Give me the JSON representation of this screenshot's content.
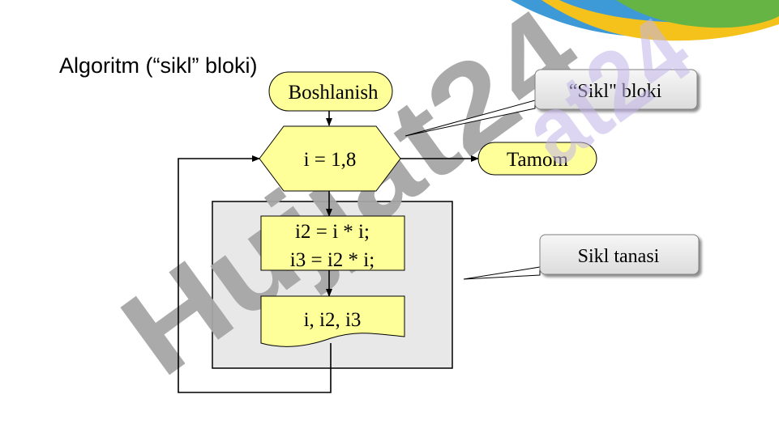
{
  "slide": {
    "title": "Algoritm (“sikl” bloki)"
  },
  "flowchart": {
    "start_label": "Boshlanish",
    "loop_label": "i = 1,8",
    "end_label": "Tamom",
    "process_line1": "i2 = i * i;",
    "process_line2": "i3 = i2 * i;",
    "output_label": "i, i2, i3"
  },
  "callouts": {
    "loop_block": "“Sikl\" bloki",
    "loop_body": "Sikl tanasi"
  },
  "watermark": {
    "text": "Hujjat24"
  },
  "colors": {
    "shape_fill": "#ffff99",
    "body_panel": "#e8e8e8",
    "callout_fill": "#ececec",
    "watermark_gray": "#a6a6a6",
    "watermark_violet": "#c3b6ea",
    "decor_blue": "#3e9ad6",
    "decor_yellow": "#f5c21b",
    "decor_green": "#66b443"
  }
}
